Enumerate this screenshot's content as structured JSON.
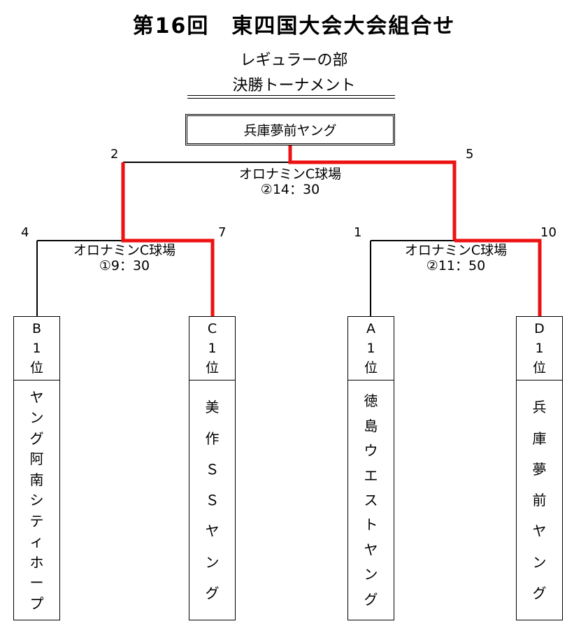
{
  "header": {
    "title": "第16回　東四国大会大会組合せ",
    "subtitle1": "レギュラーの部",
    "subtitle2": "決勝トーナメント"
  },
  "final": {
    "winner": "兵庫夢前ヤング",
    "score_left": "2",
    "score_right": "5",
    "venue": "オロナミンC球場",
    "time": "②14：30"
  },
  "semifinals": [
    {
      "score_left": "4",
      "score_right": "7",
      "venue": "オロナミンC球場",
      "time": "①9：30"
    },
    {
      "score_left": "1",
      "score_right": "10",
      "venue": "オロナミンC球場",
      "time": "②11：50"
    }
  ],
  "teams": [
    {
      "seed": [
        "B",
        "1",
        "位"
      ],
      "name": [
        "ヤ",
        "ン",
        "グ",
        "阿",
        "南",
        "シ",
        "テ",
        "ィ",
        "ホ",
        "ー",
        "プ"
      ]
    },
    {
      "seed": [
        "C",
        "1",
        "位"
      ],
      "name": [
        "美",
        "作",
        "Ｓ",
        "Ｓ",
        "ヤ",
        "ン",
        "グ"
      ]
    },
    {
      "seed": [
        "A",
        "1",
        "位"
      ],
      "name": [
        "徳",
        "島",
        "ウ",
        "エ",
        "ス",
        "ト",
        "ヤ",
        "ン",
        "グ"
      ]
    },
    {
      "seed": [
        "D",
        "1",
        "位"
      ],
      "name": [
        "兵",
        "庫",
        "夢",
        "前",
        "ヤ",
        "ン",
        "グ"
      ]
    }
  ],
  "colors": {
    "winner_line": "#ee1111",
    "line": "#000000"
  }
}
